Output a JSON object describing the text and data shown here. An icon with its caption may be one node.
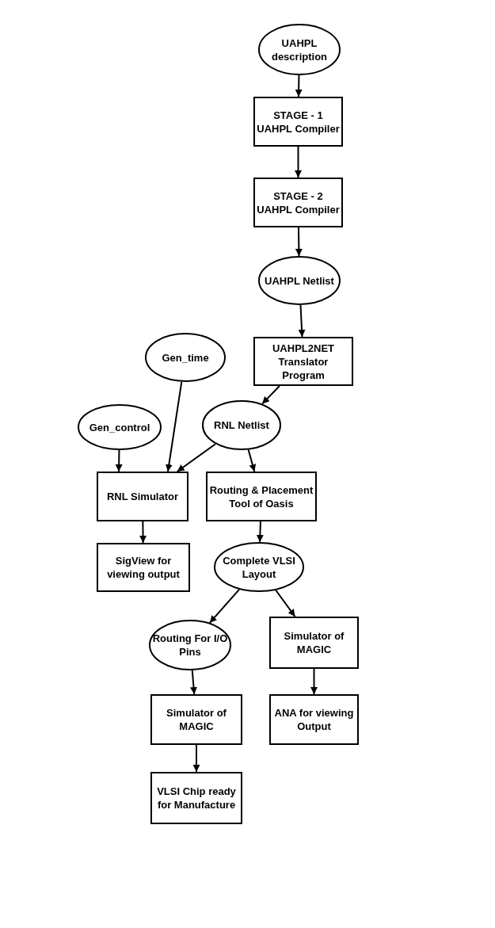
{
  "diagram": {
    "nodes": [
      {
        "text": [
          "UAHPL description"
        ]
      },
      {
        "text": [
          "STAGE - 1 UAHPL Compiler"
        ]
      },
      {
        "text": [
          "STAGE - 2 UAHPL Compiler"
        ]
      },
      {
        "text": [
          "UAHPL Netlist"
        ]
      },
      {
        "text": [
          "UAHPL2NET Translator Program"
        ]
      },
      {
        "text": [
          "Gen_time"
        ]
      },
      {
        "text": [
          "Gen_control"
        ]
      },
      {
        "text": [
          "RNL Netlist"
        ]
      },
      {
        "text": [
          "RNL Simulator"
        ]
      },
      {
        "text": [
          "Routing & Placement Tool of Oasis"
        ]
      },
      {
        "text": [
          "SigView for viewing output"
        ]
      },
      {
        "text": [
          "Complete VLSI Layout"
        ]
      },
      {
        "text": [
          "Routing For I/O Pins"
        ]
      },
      {
        "text": [
          "Simulator of MAGIC"
        ]
      },
      {
        "text": [
          "Simulator of MAGIC"
        ]
      },
      {
        "text": [
          "ANA for viewing Output"
        ]
      },
      {
        "text": [
          "VLSI Chip ready for Manufacture"
        ]
      }
    ],
    "edges": [
      {
        "from": 0,
        "to": 1,
        "arrow": "to"
      },
      {
        "from": 1,
        "to": 2,
        "arrow": "to"
      },
      {
        "from": 2,
        "to": 3,
        "arrow": "to"
      },
      {
        "from": 3,
        "to": 4,
        "arrow": "to"
      },
      {
        "from": 4,
        "to": 7,
        "arrow": "to"
      },
      {
        "from": 5,
        "to": 8,
        "arrow": "to"
      },
      {
        "from": 6,
        "to": 8,
        "arrow": "to"
      },
      {
        "from": 7,
        "to": 8,
        "arrow": "to"
      },
      {
        "from": 7,
        "to": 9,
        "arrow": "to"
      },
      {
        "from": 8,
        "to": 10,
        "arrow": "to"
      },
      {
        "from": 9,
        "to": 11,
        "arrow": "to"
      },
      {
        "from": 11,
        "to": 12,
        "arrow": "to"
      },
      {
        "from": 11,
        "to": 13,
        "arrow": "to"
      },
      {
        "from": 12,
        "to": 14,
        "arrow": "to"
      },
      {
        "from": 13,
        "to": 15,
        "arrow": "to"
      },
      {
        "from": 14,
        "to": 16,
        "arrow": "to"
      }
    ]
  }
}
